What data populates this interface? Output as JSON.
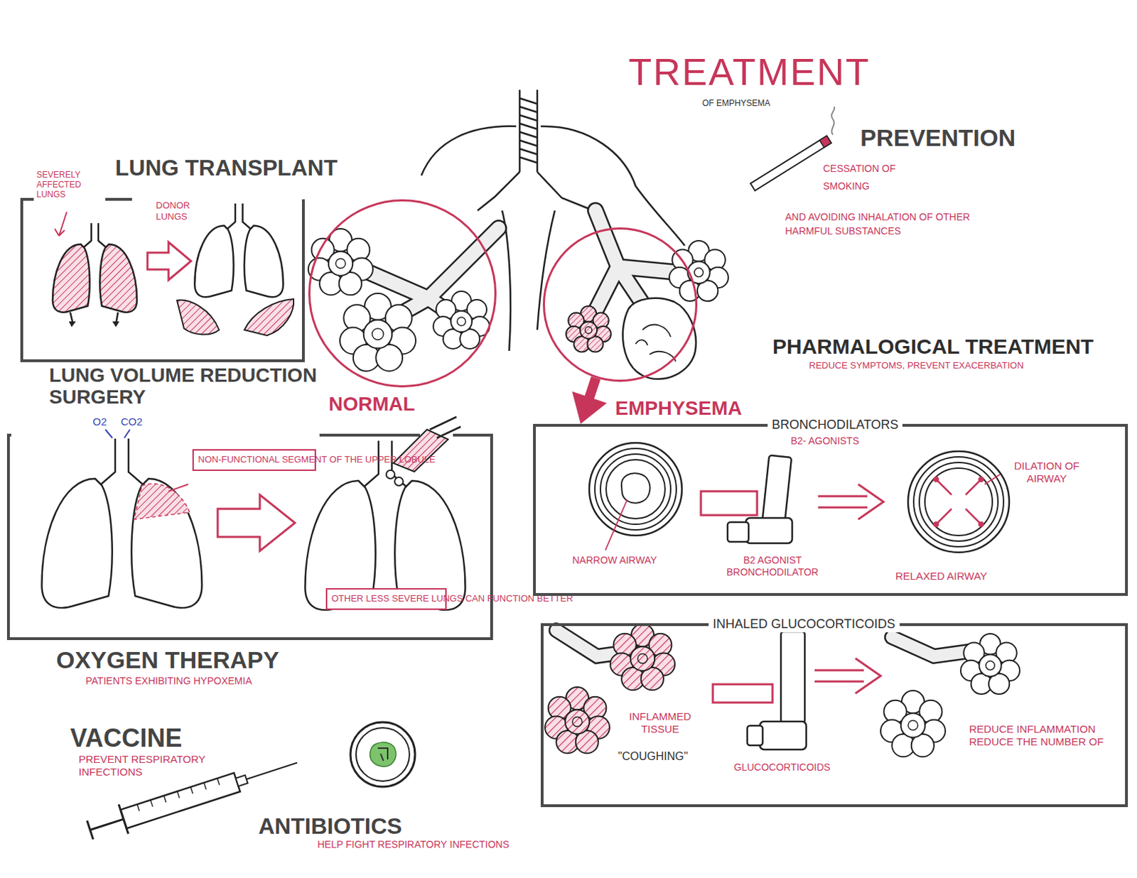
{
  "diagram": {
    "title": "TREATMENT",
    "nodes": [
      {
        "text": [
          "LUNG TRANSPLANT"
        ]
      },
      {
        "text": [
          "LUNG VOLUME REDUCTION SURGERY"
        ]
      },
      {
        "text": [
          "NON-FUNCTIONAL SEGMENT OF THE UPPER LOBULE"
        ],
        "in": 1
      },
      {
        "text": [
          "OTHER LESS SEVERE LUNGS CAN FUNCTION BETTER"
        ],
        "in": 1
      },
      {
        "text": [
          "NORMAL"
        ]
      },
      {
        "text": [
          "EMPHYSEMA"
        ]
      },
      {
        "text": [
          "BRONCHODILATORS",
          "B2- AGONISTS"
        ]
      },
      {
        "text": [
          "INHALED GLUCOCORTICOIDS"
        ]
      }
    ],
    "edges": [
      {
        "from": 5,
        "to": 6,
        "arrow": "to"
      }
    ],
    "labels": [
      "OF EMPHYSEMA",
      "PREVENTION",
      "CESSATION OF SMOKING",
      "AND AVOIDING INHALATION OF OTHER HARMFUL SUBSTANCES",
      "SEVERELY AFFECTED LUNGS",
      "DONOR LUNGS",
      "O2",
      "CO2",
      "OXYGEN THERAPY",
      "PATIENTS EXHIBITING HYPOXEMIA",
      "VACCINE",
      "PREVENT RESPIRATORY INFECTIONS",
      "ANTIBIOTICS",
      "HELP FIGHT RESPIRATORY INFECTIONS",
      "PHARMALOGICAL TREATMENT",
      "REDUCE SYMPTOMS, PREVENT EXACERBATION",
      "NARROW AIRWAY",
      "B2 AGONIST BRONCHODILATOR",
      "RELAXED AIRWAY",
      "DILATION OF AIRWAY",
      "INFLAMMED TISSUE",
      "\"COUGHING\"",
      "GLUCOCORTICOIDS",
      "REDUCE INFLAMMATION REDUCE THE NUMBER OF"
    ]
  }
}
